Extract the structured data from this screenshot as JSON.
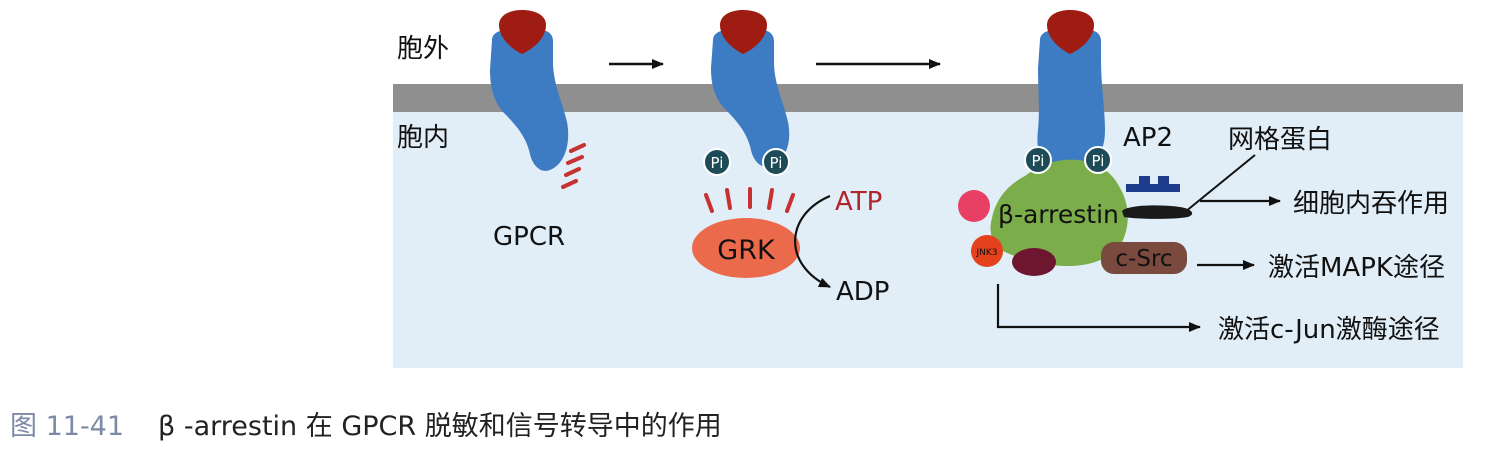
{
  "labels": {
    "extracellular": "胞外",
    "intracellular": "胞内",
    "gpcr": "GPCR",
    "pi": "Pi",
    "grk": "GRK",
    "atp": "ATP",
    "adp": "ADP",
    "ap2": "AP2",
    "clathrin": "网格蛋白",
    "beta_arrestin": "β-arrestin",
    "endocytosis": "细胞内吞作用",
    "jnk3": "JNK3",
    "c_src": "c-Src",
    "mapk": "激活MAPK途径",
    "c_jun": "激活c-Jun激酶途径"
  },
  "caption": {
    "figure_number": "图 11-41",
    "text": "β -arrestin 在 GPCR 脱敏和信号转导中的作用"
  },
  "colors": {
    "receptor": "#3d7cc2",
    "ligand": "#9e1c12",
    "membrane": "#8f8f8f",
    "cytoplasm": "#e1eef7",
    "grk": "#ec6a4c",
    "atp_text": "#b0242a",
    "arrestin": "#7bae4a",
    "pi": "#1d4b57",
    "ap2": "#1e3c8c",
    "c_src": "#7a4a3e",
    "pink_protein": "#e84064",
    "jnk3": "#e3421c",
    "maroon_protein": "#6e1530"
  }
}
